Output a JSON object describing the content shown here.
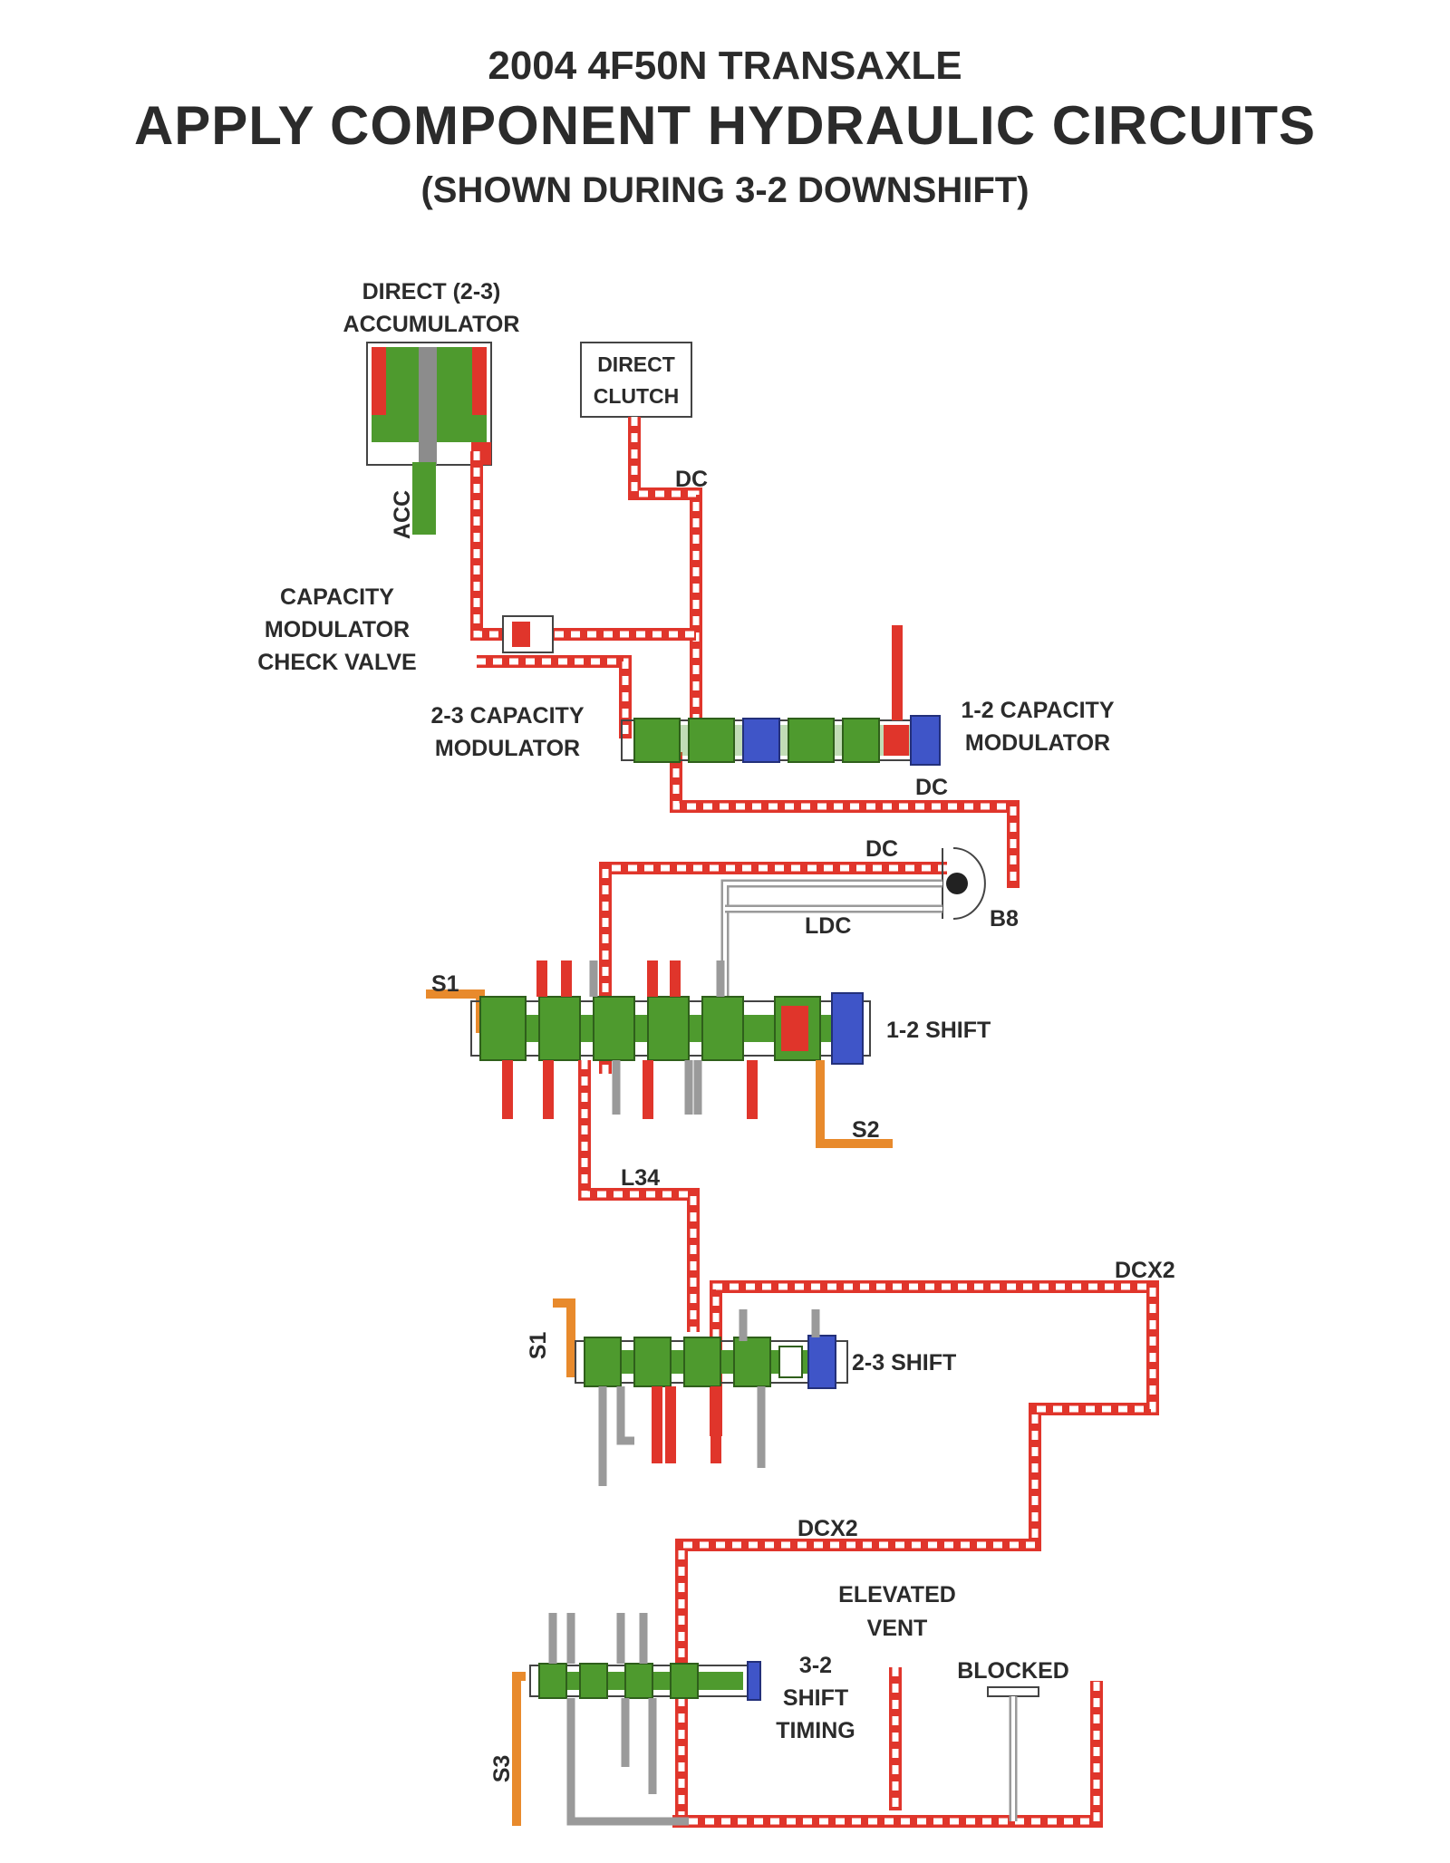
{
  "title": {
    "line1": "2004 4F50N TRANSAXLE",
    "line2": "APPLY COMPONENT HYDRAULIC CIRCUITS",
    "line3": "(SHOWN DURING 3-2 DOWNSHIFT)"
  },
  "components": {
    "accumulator": {
      "line1": "DIRECT (2-3)",
      "line2": "ACCUMULATOR"
    },
    "direct_clutch": {
      "line1": "DIRECT",
      "line2": "CLUTCH"
    },
    "check_valve": {
      "line1": "CAPACITY",
      "line2": "MODULATOR",
      "line3": "CHECK VALVE"
    },
    "mod_23": {
      "line1": "2-3 CAPACITY",
      "line2": "MODULATOR"
    },
    "mod_12": {
      "line1": "1-2 CAPACITY",
      "line2": "MODULATOR"
    },
    "shift_12": "1-2 SHIFT",
    "shift_23": "2-3 SHIFT",
    "timing_32": {
      "line1": "3-2",
      "line2": "SHIFT",
      "line3": "TIMING"
    },
    "elevated_vent": {
      "line1": "ELEVATED",
      "line2": "VENT"
    },
    "blocked": "BLOCKED",
    "check_ball": "B8"
  },
  "circuits": {
    "acc": "ACC",
    "dc_a": "DC",
    "dc_b": "DC",
    "dc_c": "DC",
    "ldc": "LDC",
    "s1_a": "S1",
    "s1_b": "S1",
    "s2": "S2",
    "s3": "S3",
    "l34": "L34",
    "dcx2_a": "DCX2",
    "dcx2_b": "DCX2"
  },
  "colors": {
    "pressure": "#e0352b",
    "exhaust_fill": "#ffffff",
    "valve_spool": "#4e9a2e",
    "valve_bore_plug": "#3f55c8",
    "solenoid_feed": "#e88a2c",
    "vent_line": "#9a9a9a"
  }
}
